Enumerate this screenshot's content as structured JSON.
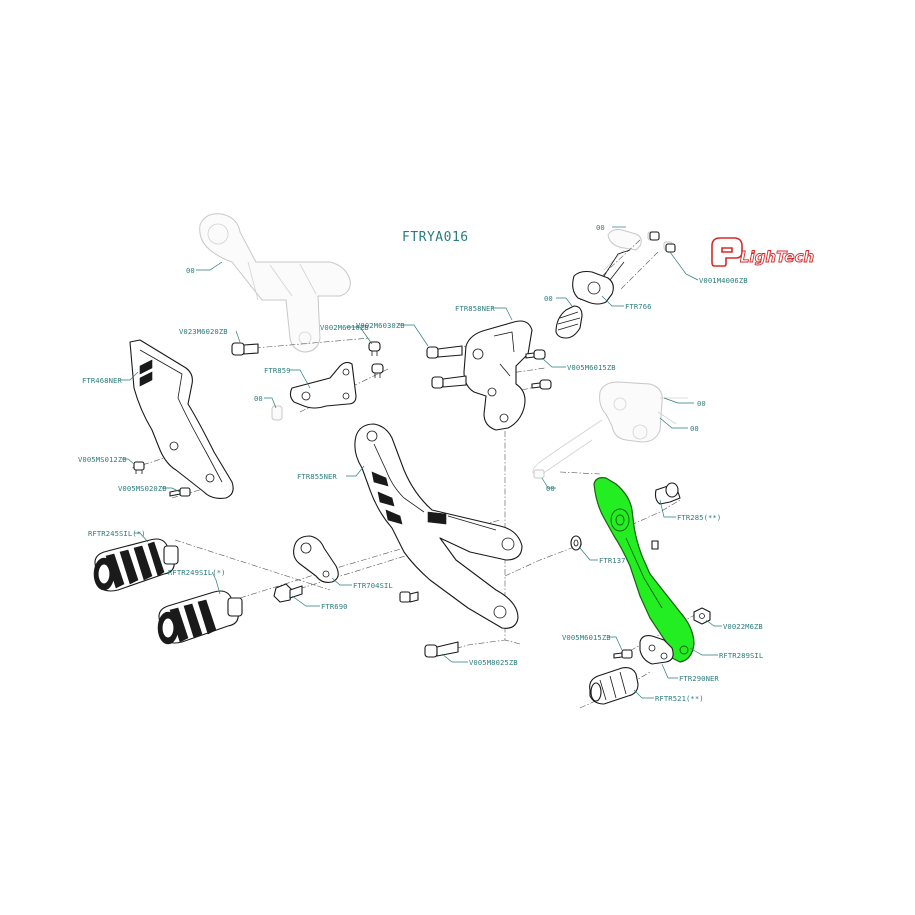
{
  "title": "FTRYA016",
  "brand": {
    "name": "LighTech",
    "color": "#d62a2a"
  },
  "colors": {
    "label": "#2a7d7d",
    "highlight": "#22ee22",
    "outline": "#1a1a1a",
    "ghost": "#c8c8c8"
  },
  "labels": {
    "l00_a": "00",
    "l00_b": "00",
    "l00_c": "00",
    "l00_d": "00",
    "l00_e": "00",
    "l00_f": "00",
    "l00_g": "00",
    "v001m4006zb": "V001M4006ZB",
    "ftr766": "FTR766",
    "ftr858ner": "FTR858NER",
    "v002m6030zb": "V002M6030ZB",
    "v005m6015zb_a": "V005M6015ZB",
    "v023m6020zb": "V023M6020ZB",
    "v002m6010zb": "V002M6010ZB",
    "ftr859": "FTR859",
    "ftr468ner": "FTR468NER",
    "v005ms012zb": "V005MS012ZB",
    "v005ms020zb": "V005MS020ZB",
    "ftr855ner": "FTR855NER",
    "ftr285": "FTR285(**)",
    "ftr137": "FTR137",
    "v0022m6zb": "V0022M6ZB",
    "rftr245sil": "RFTR245SIL(*)",
    "rftr249sil": "RFTR249SIL(*)",
    "ftr704sil": "FTR704SIL",
    "ftr690": "FTR690",
    "v005m6015zb_b": "V005M6015ZB",
    "rftr289sil": "RFTR289SIL",
    "ftr290ner": "FTR290NER",
    "rftr521": "RFTR521(**)",
    "v005m8025zb": "V005M8025ZB"
  }
}
